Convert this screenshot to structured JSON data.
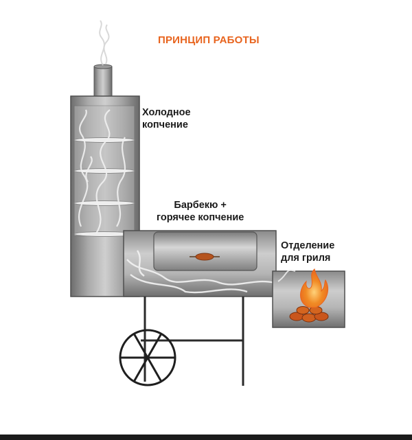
{
  "title": "ПРИНЦИП РАБОТЫ",
  "labels": {
    "cold_line1": "Холодное",
    "cold_line2": "копчение",
    "bbq_line1": "Барбекю +",
    "bbq_line2": "горячее копчение",
    "grill_line1": "Отделение",
    "grill_line2": "для гриля"
  },
  "colors": {
    "accent": "#e8641e",
    "steel_dark": "#6f6f6f",
    "steel_light": "#c9c9c9",
    "fire": "#f08a24"
  }
}
